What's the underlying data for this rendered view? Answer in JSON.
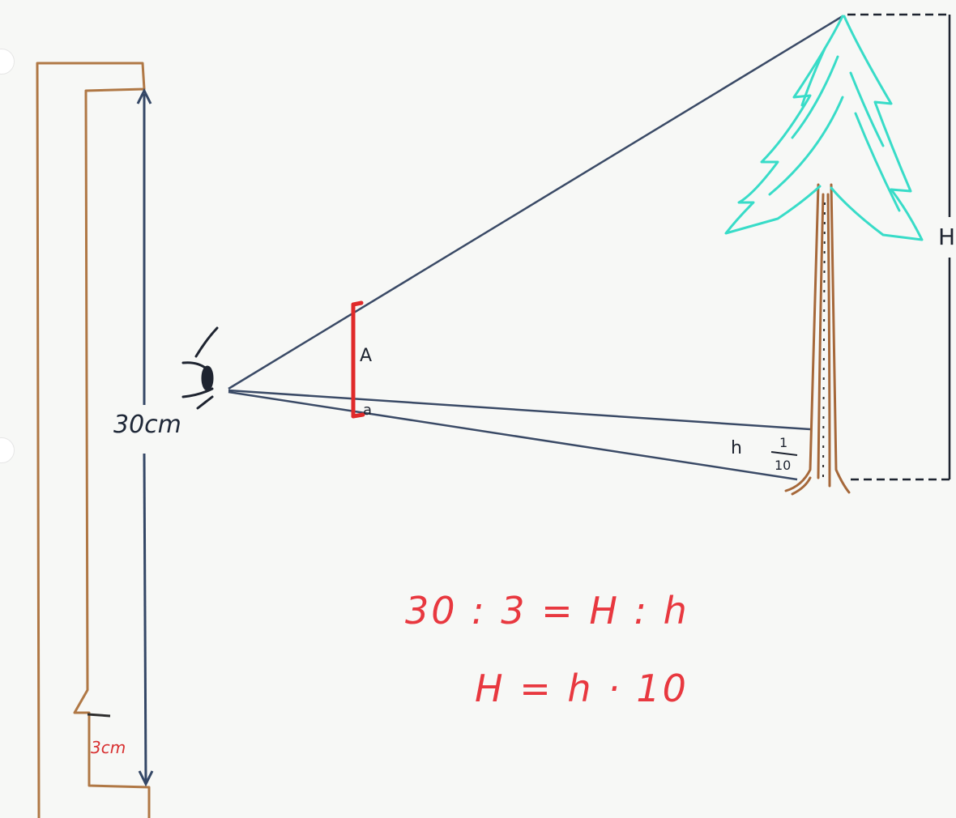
{
  "labels": {
    "ruler_length": "30cm",
    "notch_length": "3cm",
    "gauge_upper": "A",
    "gauge_lower": "a",
    "tree_base": "h",
    "fraction_num": "1",
    "fraction_den": "10",
    "tree_height": "H"
  },
  "equations": {
    "proportion": "30 : 3 = H : h",
    "result": "H = h · 10"
  },
  "colors": {
    "ruler": "#b07845",
    "sight_lines": "#3a4a66",
    "gauge": "#e02a2a",
    "foliage": "#38dcc8",
    "trunk": "#a6683a",
    "equations": "#e8383f"
  }
}
